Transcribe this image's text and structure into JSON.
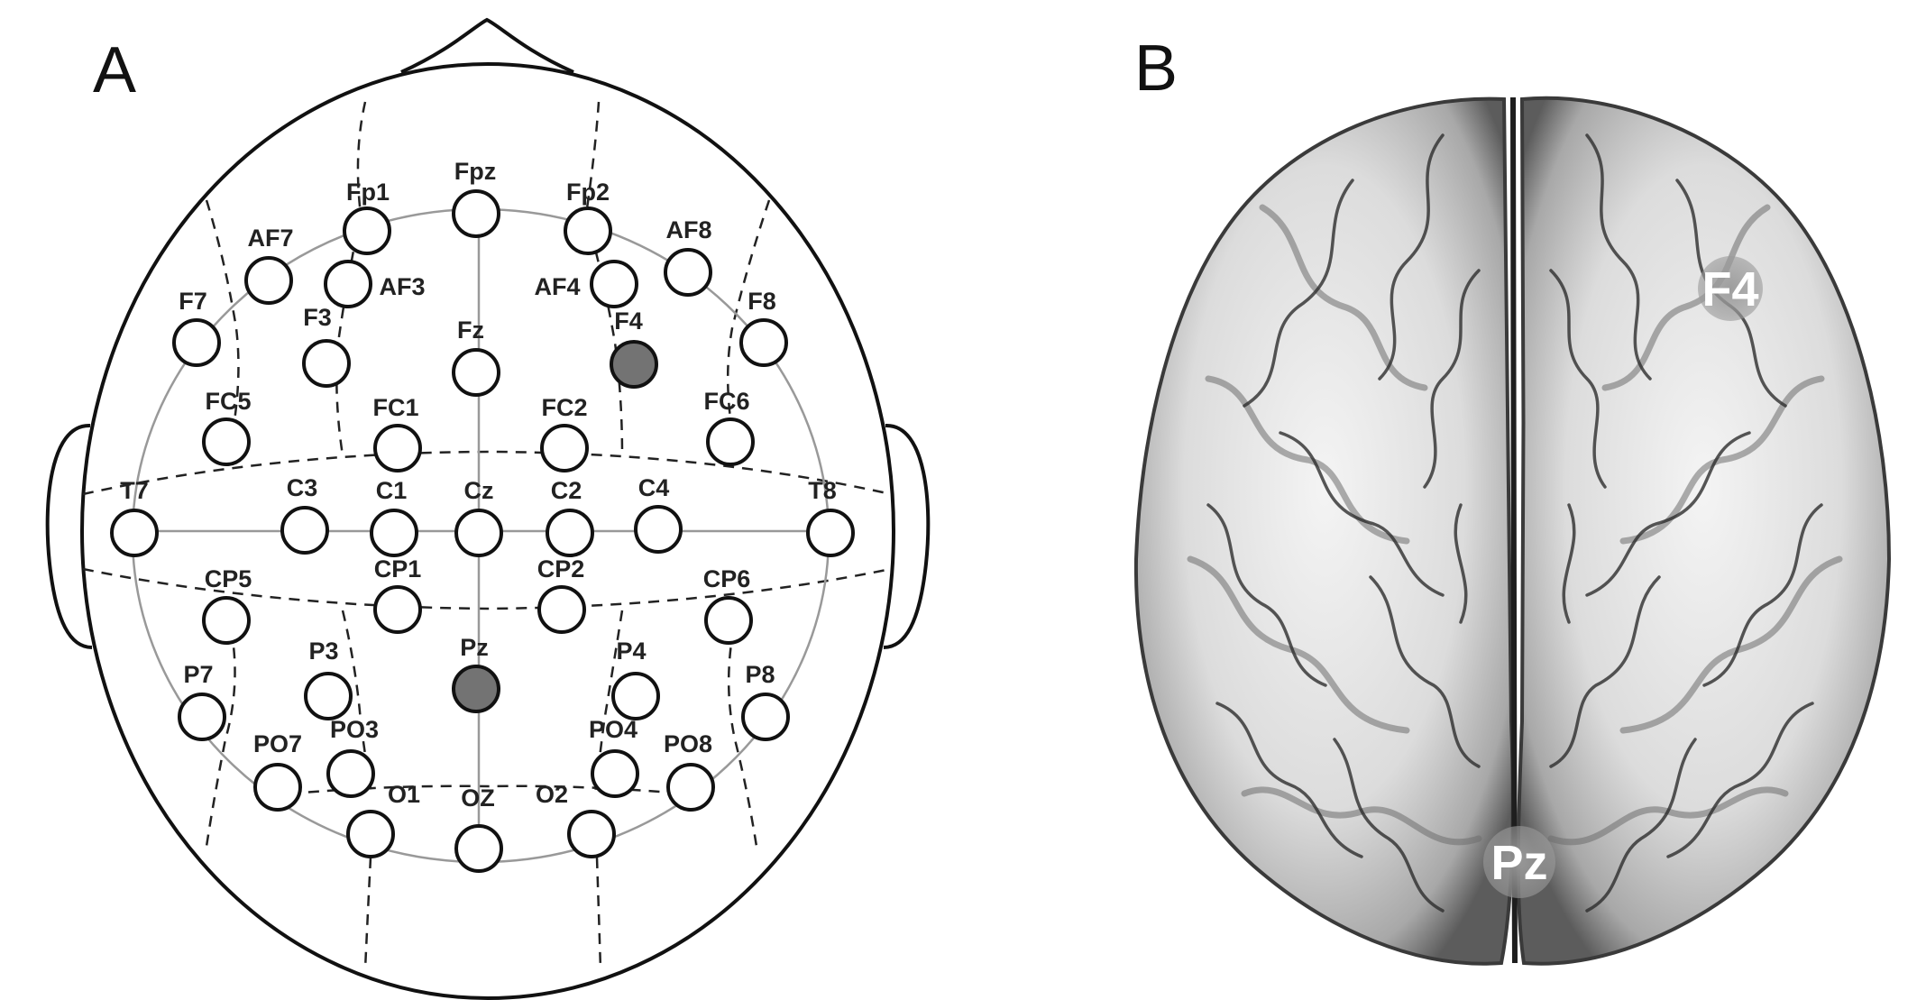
{
  "panels": {
    "a": {
      "letter": "A"
    },
    "b": {
      "letter": "B"
    }
  },
  "electrodes": [
    {
      "id": "Fp1",
      "label": "Fp1",
      "marked": false
    },
    {
      "id": "Fpz",
      "label": "Fpz",
      "marked": false
    },
    {
      "id": "Fp2",
      "label": "Fp2",
      "marked": false
    },
    {
      "id": "AF7",
      "label": "AF7",
      "marked": false
    },
    {
      "id": "AF3",
      "label": "AF3",
      "marked": false
    },
    {
      "id": "AF4",
      "label": "AF4",
      "marked": false
    },
    {
      "id": "AF8",
      "label": "AF8",
      "marked": false
    },
    {
      "id": "F7",
      "label": "F7",
      "marked": false
    },
    {
      "id": "F3",
      "label": "F3",
      "marked": false
    },
    {
      "id": "Fz",
      "label": "Fz",
      "marked": false
    },
    {
      "id": "F4",
      "label": "F4",
      "marked": true
    },
    {
      "id": "F8",
      "label": "F8",
      "marked": false
    },
    {
      "id": "FC5",
      "label": "FC5",
      "marked": false
    },
    {
      "id": "FC1",
      "label": "FC1",
      "marked": false
    },
    {
      "id": "FC2",
      "label": "FC2",
      "marked": false
    },
    {
      "id": "FC6",
      "label": "FC6",
      "marked": false
    },
    {
      "id": "T7",
      "label": "T7",
      "marked": false
    },
    {
      "id": "C3",
      "label": "C3",
      "marked": false
    },
    {
      "id": "C1",
      "label": "C1",
      "marked": false
    },
    {
      "id": "Cz",
      "label": "Cz",
      "marked": false
    },
    {
      "id": "C2",
      "label": "C2",
      "marked": false
    },
    {
      "id": "C4",
      "label": "C4",
      "marked": false
    },
    {
      "id": "T8",
      "label": "T8",
      "marked": false
    },
    {
      "id": "CP5",
      "label": "CP5",
      "marked": false
    },
    {
      "id": "CP1",
      "label": "CP1",
      "marked": false
    },
    {
      "id": "CP2",
      "label": "CP2",
      "marked": false
    },
    {
      "id": "CP6",
      "label": "CP6",
      "marked": false
    },
    {
      "id": "P7",
      "label": "P7",
      "marked": false
    },
    {
      "id": "P3",
      "label": "P3",
      "marked": false
    },
    {
      "id": "Pz",
      "label": "Pz",
      "marked": true
    },
    {
      "id": "P4",
      "label": "P4",
      "marked": false
    },
    {
      "id": "P8",
      "label": "P8",
      "marked": false
    },
    {
      "id": "PO7",
      "label": "PO7",
      "marked": false
    },
    {
      "id": "PO3",
      "label": "PO3",
      "marked": false
    },
    {
      "id": "PO4",
      "label": "PO4",
      "marked": false
    },
    {
      "id": "PO8",
      "label": "PO8",
      "marked": false
    },
    {
      "id": "O1",
      "label": "O1",
      "marked": false
    },
    {
      "id": "OZ",
      "label": "OZ",
      "marked": false
    },
    {
      "id": "O2",
      "label": "O2",
      "marked": false
    }
  ],
  "brain_labels": [
    {
      "id": "F4",
      "label": "F4"
    },
    {
      "id": "Pz",
      "label": "Pz"
    }
  ],
  "colors": {
    "marked_electrode": "#737373",
    "outline": "#111111",
    "grid_line": "#999999"
  }
}
